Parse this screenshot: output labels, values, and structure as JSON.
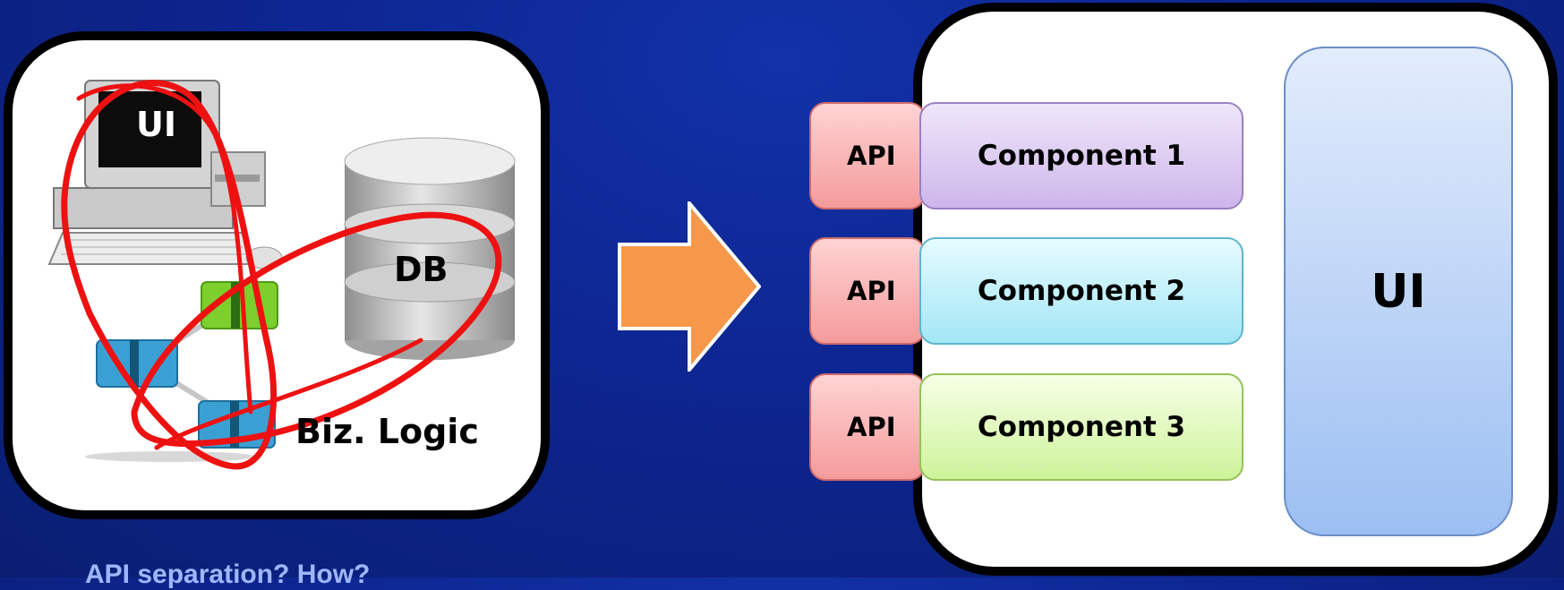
{
  "left_panel": {
    "ui_label": "UI",
    "db_label": "DB",
    "logic_label": "Biz. Logic"
  },
  "arrow": {
    "color": "#f7974a"
  },
  "right_panel": {
    "rows": [
      {
        "api": "API",
        "component": "Component 1"
      },
      {
        "api": "API",
        "component": "Component 2"
      },
      {
        "api": "API",
        "component": "Component 3"
      }
    ],
    "ui_label": "UI"
  },
  "caption": "API separation? How?",
  "colors": {
    "background": "#0d2590",
    "scribble": "#ee1111",
    "caption": "#9fb6ff"
  }
}
